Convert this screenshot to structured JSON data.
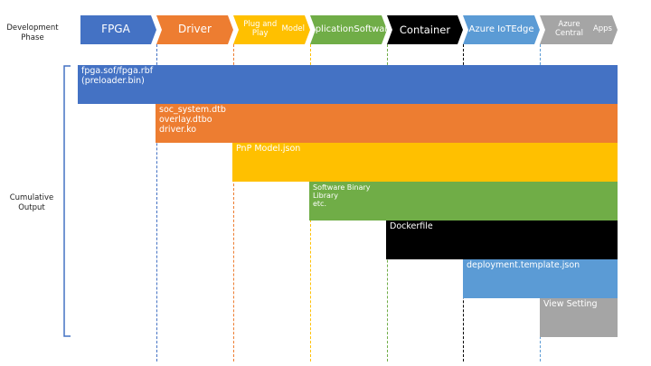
{
  "labels": {
    "phase_title": [
      "Development",
      "Phase"
    ],
    "output_title": [
      "Cumulative",
      "Output"
    ]
  },
  "phases": [
    {
      "label": [
        "FPGA"
      ],
      "color": "#4472c4",
      "text_color": "#ffffff"
    },
    {
      "label": [
        "Driver"
      ],
      "color": "#ed7d31",
      "text_color": "#ffffff"
    },
    {
      "label": [
        "Plug and Play",
        "Model"
      ],
      "color": "#ffc000",
      "text_color": "#ffffff"
    },
    {
      "label": [
        "Application",
        "Software"
      ],
      "color": "#70ad47",
      "text_color": "#ffffff"
    },
    {
      "label": [
        "Container"
      ],
      "color": "#000000",
      "text_color": "#ffffff"
    },
    {
      "label": [
        "Azure IoT",
        "Edge"
      ],
      "color": "#5b9bd5",
      "text_color": "#ffffff"
    },
    {
      "label": [
        "Azure Central",
        "Apps"
      ],
      "color": "#a5a5a5",
      "text_color": "#ffffff"
    }
  ],
  "outputs": [
    {
      "lines": [
        "fpga.sof/fpga.rbf",
        "(preloader.bin)"
      ],
      "color": "#4472c4",
      "text_color": "#ffffff"
    },
    {
      "lines": [
        "soc_system.dtb",
        "overlay.dtbo",
        "driver.ko"
      ],
      "color": "#ed7d31",
      "text_color": "#ffffff"
    },
    {
      "lines": [
        "PnP Model.json"
      ],
      "color": "#ffc000",
      "text_color": "#ffffff"
    },
    {
      "lines": [
        "Software Binary",
        "Library",
        "etc."
      ],
      "color": "#70ad47",
      "text_color": "#ffffff"
    },
    {
      "lines": [
        "Dockerfile"
      ],
      "color": "#000000",
      "text_color": "#ffffff"
    },
    {
      "lines": [
        "deployment.template.json"
      ],
      "color": "#5b9bd5",
      "text_color": "#ffffff"
    },
    {
      "lines": [
        "View Setting"
      ],
      "color": "#a5a5a5",
      "text_color": "#ffffff"
    }
  ],
  "colors": {
    "bracket": "#4472c4",
    "side_text": "#222222"
  }
}
